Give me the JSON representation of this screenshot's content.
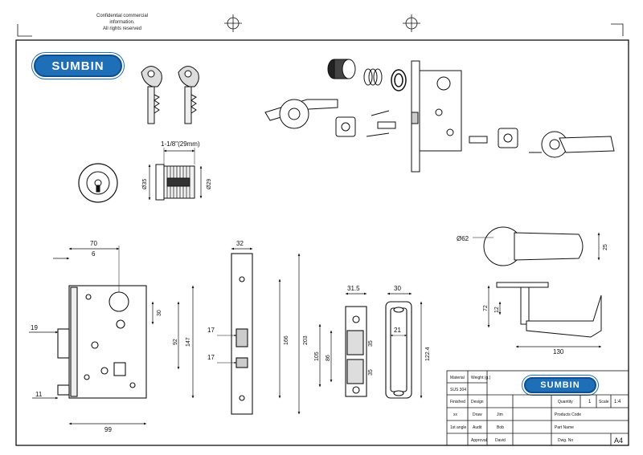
{
  "header": {
    "confidential_line1": "Confidential commercial information.",
    "confidential_line2": "All rights reserved"
  },
  "brand": {
    "name": "SUMBIN",
    "color": "#1e6fb8"
  },
  "cylinder": {
    "length_label": "1-1/8\"(29mm)",
    "dia_outer": "Ø35",
    "dia_inner": "Ø29"
  },
  "lever": {
    "rose_dia": "Ø62",
    "rose_thickness": "25",
    "height_72": "72",
    "height_12": "12",
    "length": "130"
  },
  "lockbody": {
    "dim_70": "70",
    "dim_6": "6",
    "dim_19": "19",
    "dim_30": "30",
    "dim_92": "92",
    "dim_147": "147",
    "dim_11": "11",
    "dim_99": "99"
  },
  "faceplate": {
    "dim_32": "32",
    "dim_17a": "17",
    "dim_17b": "17",
    "dim_166": "166",
    "dim_203": "203"
  },
  "strike": {
    "dim_31_5": "31.5",
    "dim_30": "30",
    "dim_21": "21",
    "dim_35a": "35",
    "dim_35b": "35",
    "dim_105": "105",
    "dim_86": "86",
    "dim_122_4": "122.4"
  },
  "titleblock": {
    "material_label": "Material",
    "weight_label": "Weight (g.)",
    "material_value": "SUS 304",
    "finished_label": "Finished",
    "design_label": "Design",
    "quantity_label": "Quantity",
    "quantity_value": "1",
    "scale_label": "Scale",
    "scale_value": "1:4",
    "xx_label": "xx",
    "draw_label": "Draw",
    "draw_value": "Jim",
    "products_code_label": "Products Code",
    "angle_label": "1st angle",
    "audit_label": "Audit",
    "audit_value": "Bob",
    "part_name_label": "Part Name",
    "approval_label": "Approval",
    "approval_value": "David",
    "dwg_no_label": "Dwg. No",
    "sheet_size": "A4"
  }
}
